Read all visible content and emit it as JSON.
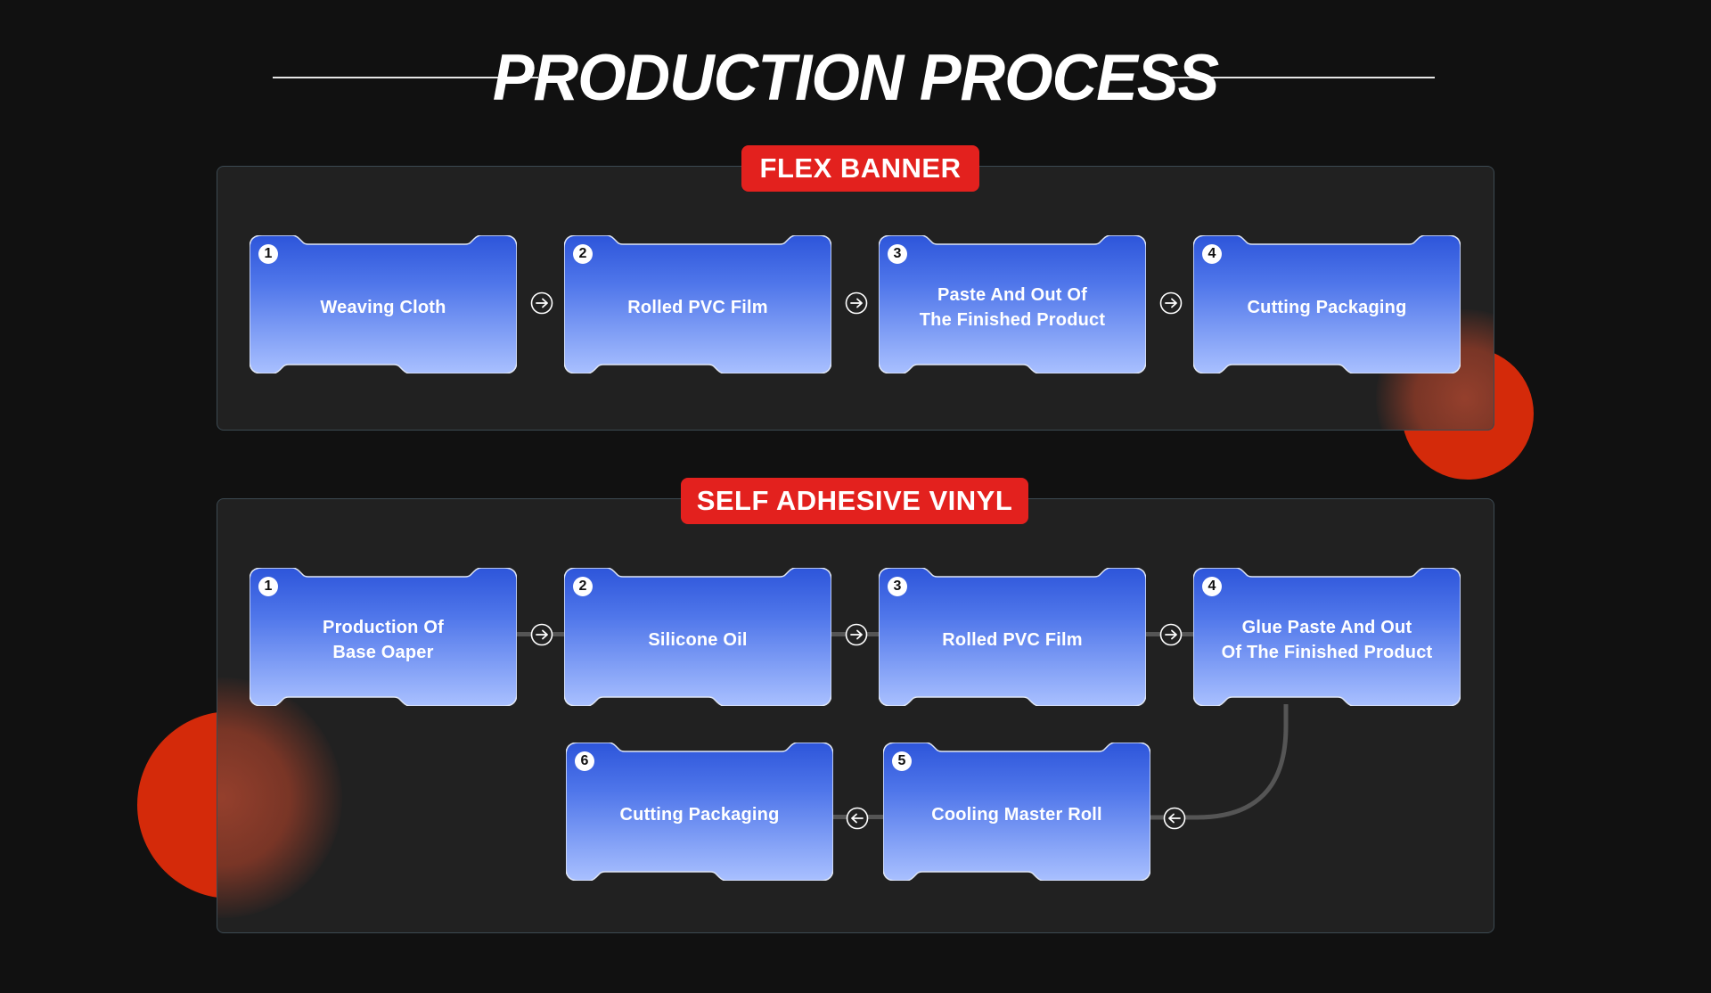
{
  "title": "PRODUCTION PROCESS",
  "colors": {
    "background": "#111111",
    "panel": "#212121",
    "badge": "#e3211e",
    "card_top": "#2e56dc",
    "card_bottom": "#a6bdfe",
    "accent_circle": "#d42a0a"
  },
  "sections": [
    {
      "badge": "FLEX BANNER",
      "steps": [
        {
          "number": "1",
          "label": "Weaving Cloth"
        },
        {
          "number": "2",
          "label": "Rolled PVC Film"
        },
        {
          "number": "3",
          "label": "Paste And Out Of\nThe Finished Product"
        },
        {
          "number": "4",
          "label": "Cutting Packaging"
        }
      ]
    },
    {
      "badge": "SELF ADHESIVE VINYL",
      "steps": [
        {
          "number": "1",
          "label": "Production Of\nBase Oaper"
        },
        {
          "number": "2",
          "label": "Silicone Oil"
        },
        {
          "number": "3",
          "label": "Rolled PVC Film"
        },
        {
          "number": "4",
          "label": "Glue Paste And Out\nOf The Finished  Product"
        },
        {
          "number": "5",
          "label": "Cooling Master Roll"
        },
        {
          "number": "6",
          "label": "Cutting Packaging"
        }
      ]
    }
  ],
  "icons": {
    "forward": "arrow-right-circle-icon",
    "back": "arrow-left-circle-icon"
  }
}
